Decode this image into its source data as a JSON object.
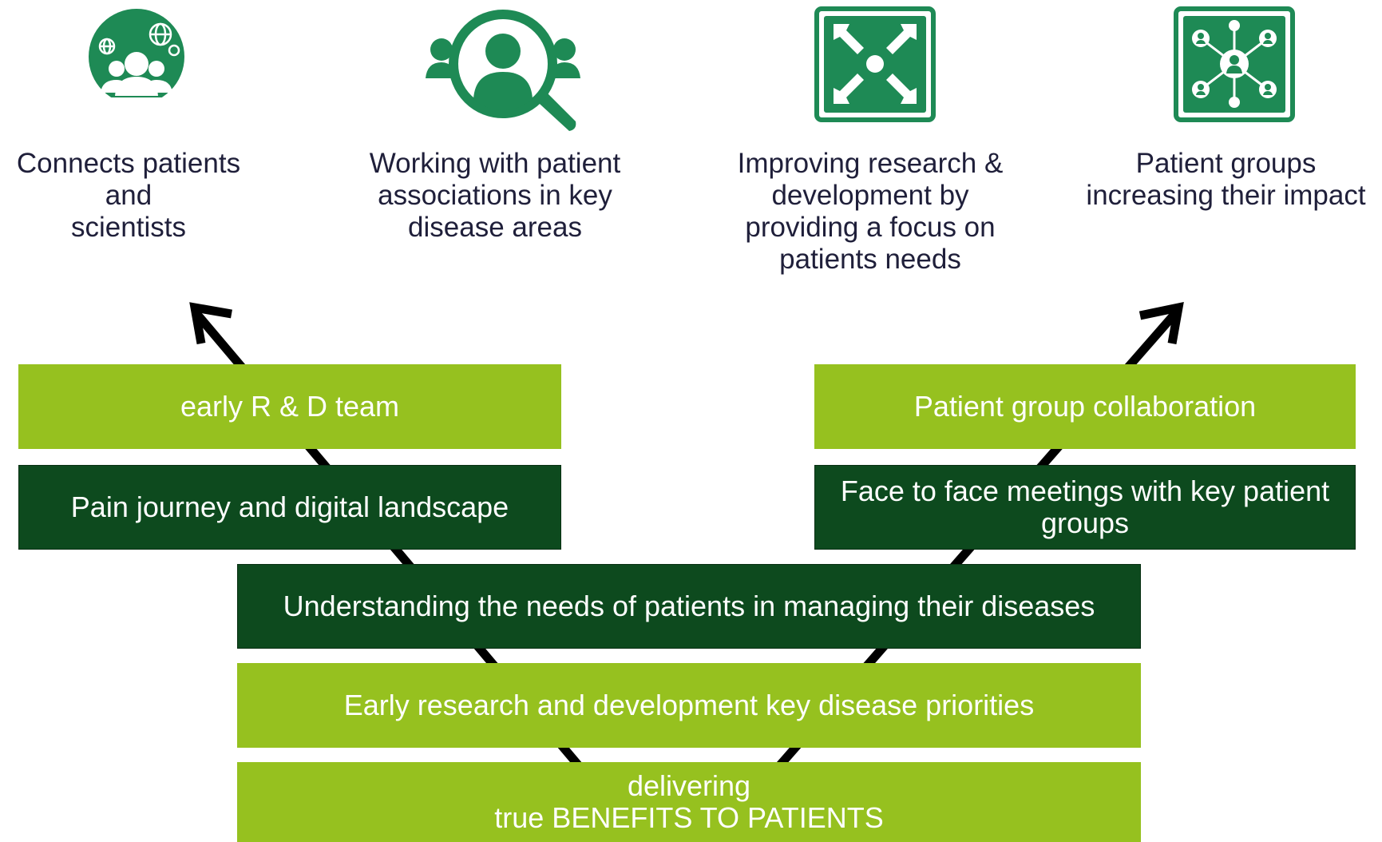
{
  "colors": {
    "light_green": "#96c11f",
    "dark_green": "#0d4a1e",
    "icon_green": "#1e8a55",
    "arrow": "#000000",
    "caption_text": "#1f1f3a"
  },
  "benefits": [
    {
      "icon": "global-people-icon",
      "caption": "Connects patients\nand\nscientists"
    },
    {
      "icon": "magnifier-person-icon",
      "caption": "Working with patient\nassociations in key\ndisease areas"
    },
    {
      "icon": "converging-arrows-icon",
      "caption": "Improving research &\ndevelopment by\nproviding a focus on\npatients needs"
    },
    {
      "icon": "network-people-icon",
      "caption": "Patient groups\nincreasing their impact"
    }
  ],
  "boxes": {
    "early_rd_team": "early R & D team",
    "pain_journey": "Pain journey and digital landscape",
    "patient_group_collaboration": "Patient group collaboration",
    "face_to_face": "Face to face meetings with key patient\ngroups",
    "understanding_needs": "Understanding the needs of patients in managing their diseases",
    "early_research_priorities": "Early research and development key disease priorities",
    "delivering_benefits": "delivering\ntrue BENEFITS TO PATIENTS"
  }
}
